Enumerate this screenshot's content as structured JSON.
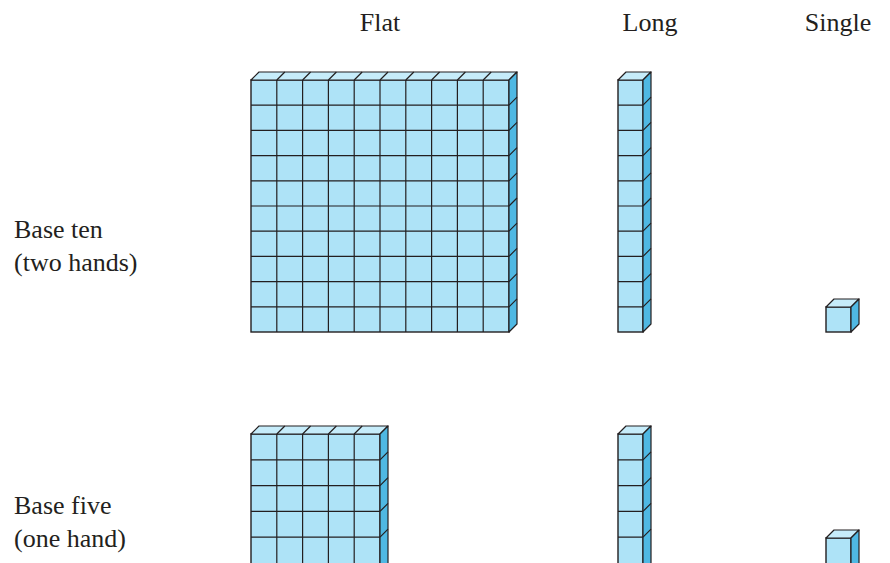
{
  "diagram": {
    "labels": [
      "Flat",
      "Long",
      "Single",
      "Base ten (two hands)",
      "Base five (one hand)"
    ]
  }
}
